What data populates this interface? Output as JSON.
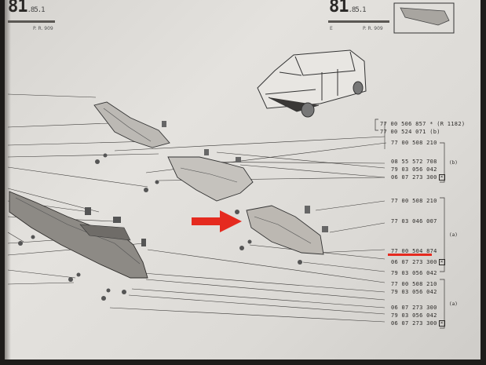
{
  "header_left": {
    "page_big": "81",
    "page_suffix": ".85.1",
    "ref": "P. R. 909"
  },
  "header_right": {
    "page_big": "81",
    "page_suffix": ".85.1",
    "code": "E",
    "ref": "P. R. 909"
  },
  "part_numbers": [
    "77 00 506 857 * (R 1182)",
    "77 00 524 071   (b)",
    "77 00 508 210",
    "08 55 572 708",
    "79 03 056 042",
    "06 07 273 300",
    "77 00 508 210",
    "77 03 046 007",
    "77 00 504 874",
    "06 07 273 300",
    "79 03 056 042",
    "77 00 508 210",
    "79 03 056 042",
    "06 07 273 300",
    "79 03 056 042",
    "06 07 273 300"
  ],
  "group_labels": {
    "b": "(b)",
    "a1": "(a)",
    "a2": "(a)"
  },
  "colors": {
    "arrow": "#e52a1f",
    "underline": "#e52a1f",
    "ink": "#2c2a28"
  },
  "icons": [
    "box-x-icon",
    "arrow-icon"
  ]
}
